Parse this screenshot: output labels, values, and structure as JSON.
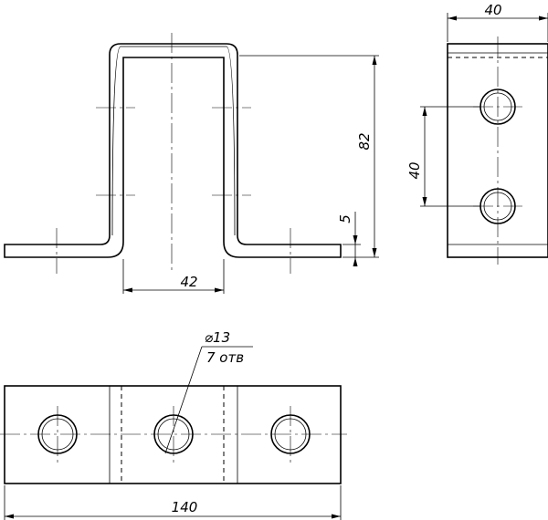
{
  "views": {
    "front": {
      "dimensions": {
        "inner_width": "42",
        "height": "82",
        "thickness": "5"
      }
    },
    "side": {
      "dimensions": {
        "width": "40",
        "hole_spacing": "40"
      }
    },
    "plan": {
      "dimensions": {
        "length": "140"
      },
      "hole_callout": {
        "diameter": "⌀13",
        "count": "7 отв"
      }
    }
  }
}
